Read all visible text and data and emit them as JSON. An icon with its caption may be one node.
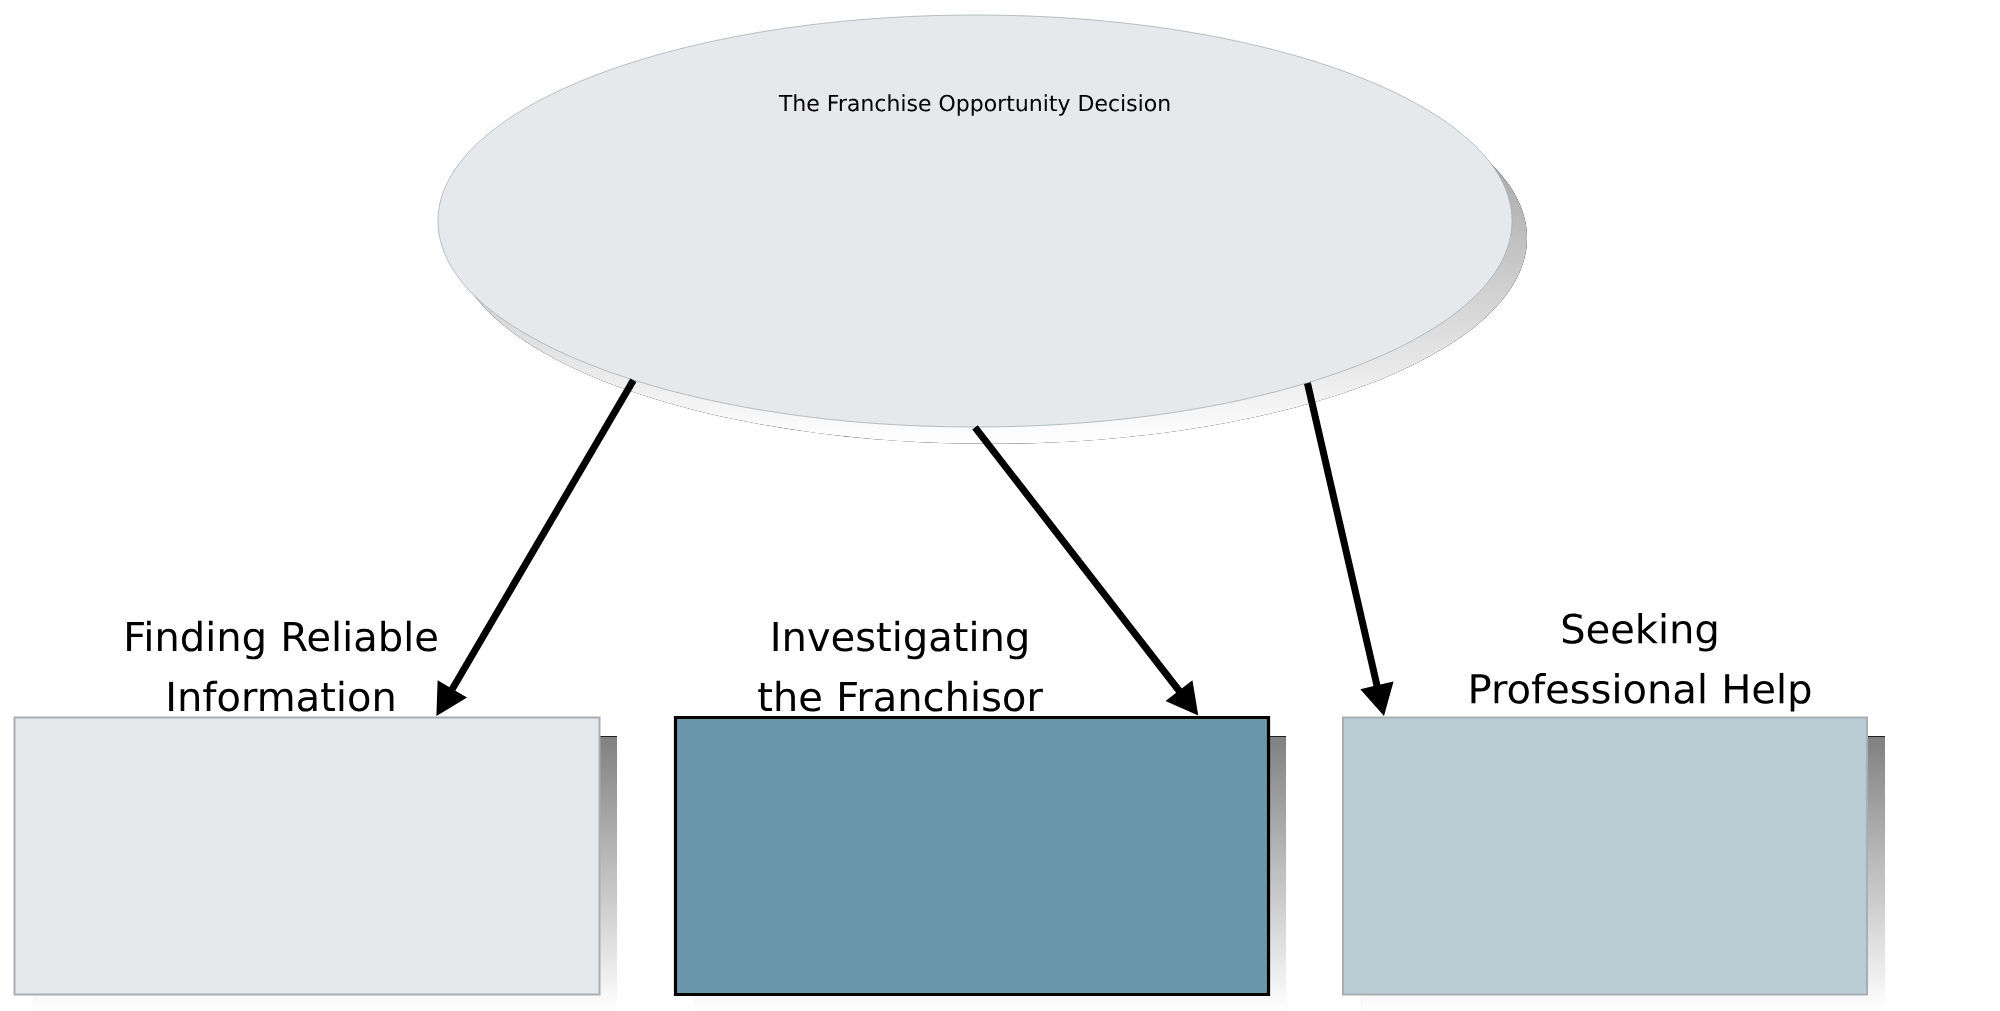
{
  "diagram": {
    "nodes": [
      {
        "text": [
          "The Franchise Opportunity Decision"
        ]
      },
      {
        "text": [
          "Finding Reliable Information"
        ]
      },
      {
        "text": [
          "Investigating the Franchisor"
        ]
      },
      {
        "text": [
          "Seeking Professional Help"
        ]
      }
    ],
    "edges": [
      {
        "from": 0,
        "to": 1,
        "arrow": "to"
      },
      {
        "from": 0,
        "to": 2,
        "arrow": "to"
      },
      {
        "from": 0,
        "to": 3,
        "arrow": "to"
      }
    ]
  }
}
